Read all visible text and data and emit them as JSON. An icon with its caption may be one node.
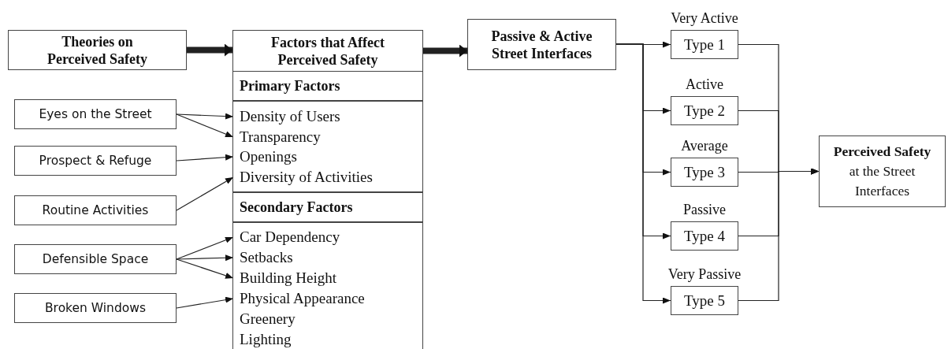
{
  "diagram": {
    "nodes": [
      {
        "text": [
          "Theories on Perceived Safety"
        ]
      },
      {
        "text": [
          "Factors that Affect Perceived Safety"
        ]
      },
      {
        "text": [
          "Primary Factors"
        ]
      },
      {
        "text": [],
        "shape": "box"
      },
      {
        "text": [
          "Density of Users"
        ],
        "in": 3
      },
      {
        "text": [
          "Transparency"
        ],
        "in": 3
      },
      {
        "text": [
          "Openings"
        ],
        "in": 3
      },
      {
        "text": [
          "Diversity of Activities"
        ],
        "in": 3
      },
      {
        "text": [
          "Secondary Factors"
        ]
      },
      {
        "text": [],
        "shape": "box"
      },
      {
        "text": [
          "Car Dependency"
        ],
        "in": 9
      },
      {
        "text": [
          "Setbacks"
        ],
        "in": 9
      },
      {
        "text": [
          "Building Height"
        ],
        "in": 9
      },
      {
        "text": [
          "Physical Appearance"
        ],
        "in": 9
      },
      {
        "text": [
          "Greenery"
        ],
        "in": 9
      },
      {
        "text": [
          "Lighting"
        ],
        "in": 9
      },
      {
        "text": [
          "Eyes on the Street"
        ]
      },
      {
        "text": [
          "Prospect & Refuge"
        ]
      },
      {
        "text": [
          "Routine Activities"
        ]
      },
      {
        "text": [
          "Defensible Space"
        ]
      },
      {
        "text": [
          "Broken Windows"
        ]
      },
      {
        "text": [
          "Passive & Active Street Interfaces"
        ]
      },
      {
        "text": [
          "Type 1"
        ],
        "beside": [
          "Very Active"
        ]
      },
      {
        "text": [
          "Type 2"
        ],
        "beside": [
          "Active"
        ]
      },
      {
        "text": [
          "Type 3"
        ],
        "beside": [
          "Average"
        ]
      },
      {
        "text": [
          "Type 4"
        ],
        "beside": [
          "Passive"
        ]
      },
      {
        "text": [
          "Type 5"
        ],
        "beside": [
          "Very Passive"
        ]
      },
      {
        "text": [
          "**Perceived Safety** at the Street Interfaces"
        ]
      }
    ],
    "edges": [
      {
        "from": 0,
        "to": 1,
        "arrow": "to",
        "style": "thick"
      },
      {
        "from": 1,
        "to": 21,
        "arrow": "to",
        "style": "thick"
      },
      {
        "from": 16,
        "to": 4,
        "arrow": "to"
      },
      {
        "from": 16,
        "to": 5,
        "arrow": "to"
      },
      {
        "from": 17,
        "to": 6,
        "arrow": "to"
      },
      {
        "from": 18,
        "to": 7,
        "arrow": "to"
      },
      {
        "from": 19,
        "to": 10,
        "arrow": "to"
      },
      {
        "from": 19,
        "to": 11,
        "arrow": "to"
      },
      {
        "from": 19,
        "to": 12,
        "arrow": "to"
      },
      {
        "from": 20,
        "to": 13,
        "arrow": "to"
      },
      {
        "from": 21,
        "to": 22,
        "arrow": "to"
      },
      {
        "from": 21,
        "to": 23,
        "arrow": "to"
      },
      {
        "from": 21,
        "to": 24,
        "arrow": "to"
      },
      {
        "from": 21,
        "to": 25,
        "arrow": "to"
      },
      {
        "from": 21,
        "to": 26,
        "arrow": "to"
      },
      {
        "from": 22,
        "to": 27,
        "arrow": "to"
      },
      {
        "from": 23,
        "to": 27,
        "arrow": "to"
      },
      {
        "from": 24,
        "to": 27,
        "arrow": "to"
      },
      {
        "from": 25,
        "to": 27,
        "arrow": "to"
      },
      {
        "from": 26,
        "to": 27,
        "arrow": "to"
      }
    ]
  }
}
